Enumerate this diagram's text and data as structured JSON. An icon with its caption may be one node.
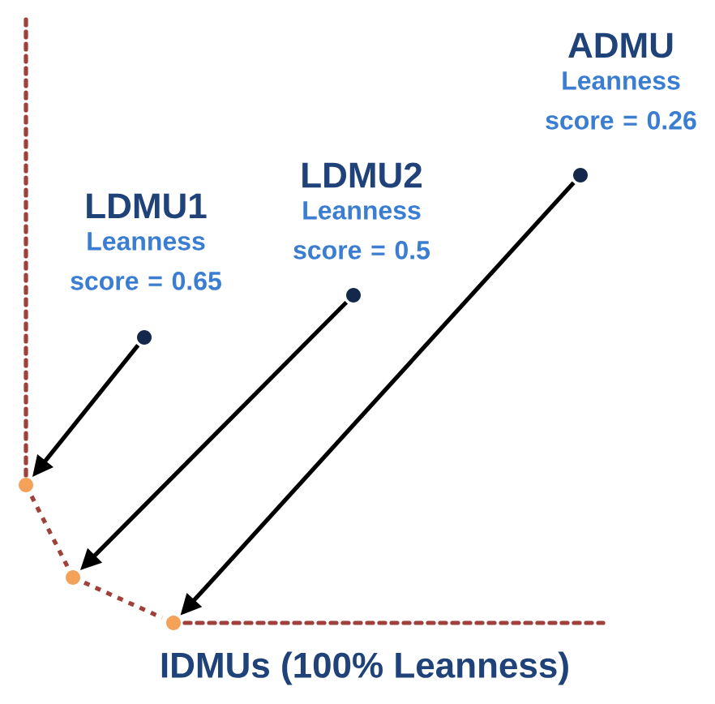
{
  "diagram": {
    "nodes": [
      {
        "text": [],
        "shape": "circle",
        "beside": [
          "LDMU1",
          "Leanness score = 0.65"
        ]
      },
      {
        "text": [],
        "shape": "circle",
        "beside": [
          "LDMU2",
          "Leanness score = 0.5"
        ]
      },
      {
        "text": [],
        "shape": "circle",
        "beside": [
          "ADMU",
          "Leanness score = 0.26"
        ]
      },
      {
        "text": [],
        "shape": "circle"
      },
      {
        "text": [],
        "shape": "circle"
      },
      {
        "text": [],
        "shape": "circle"
      }
    ],
    "edges": [
      {
        "from": 0,
        "to": 3,
        "arrow": "to"
      },
      {
        "from": 1,
        "to": 4,
        "arrow": "to"
      },
      {
        "from": 2,
        "to": 5,
        "arrow": "to"
      },
      {
        "from": 3,
        "to": 4,
        "arrow": "none",
        "style": "dashed",
        "color": "#a0403a"
      },
      {
        "from": 4,
        "to": 5,
        "arrow": "none",
        "style": "dashed",
        "color": "#a0403a"
      }
    ],
    "labels": [
      "IDMUs (100% Leanness)"
    ]
  }
}
